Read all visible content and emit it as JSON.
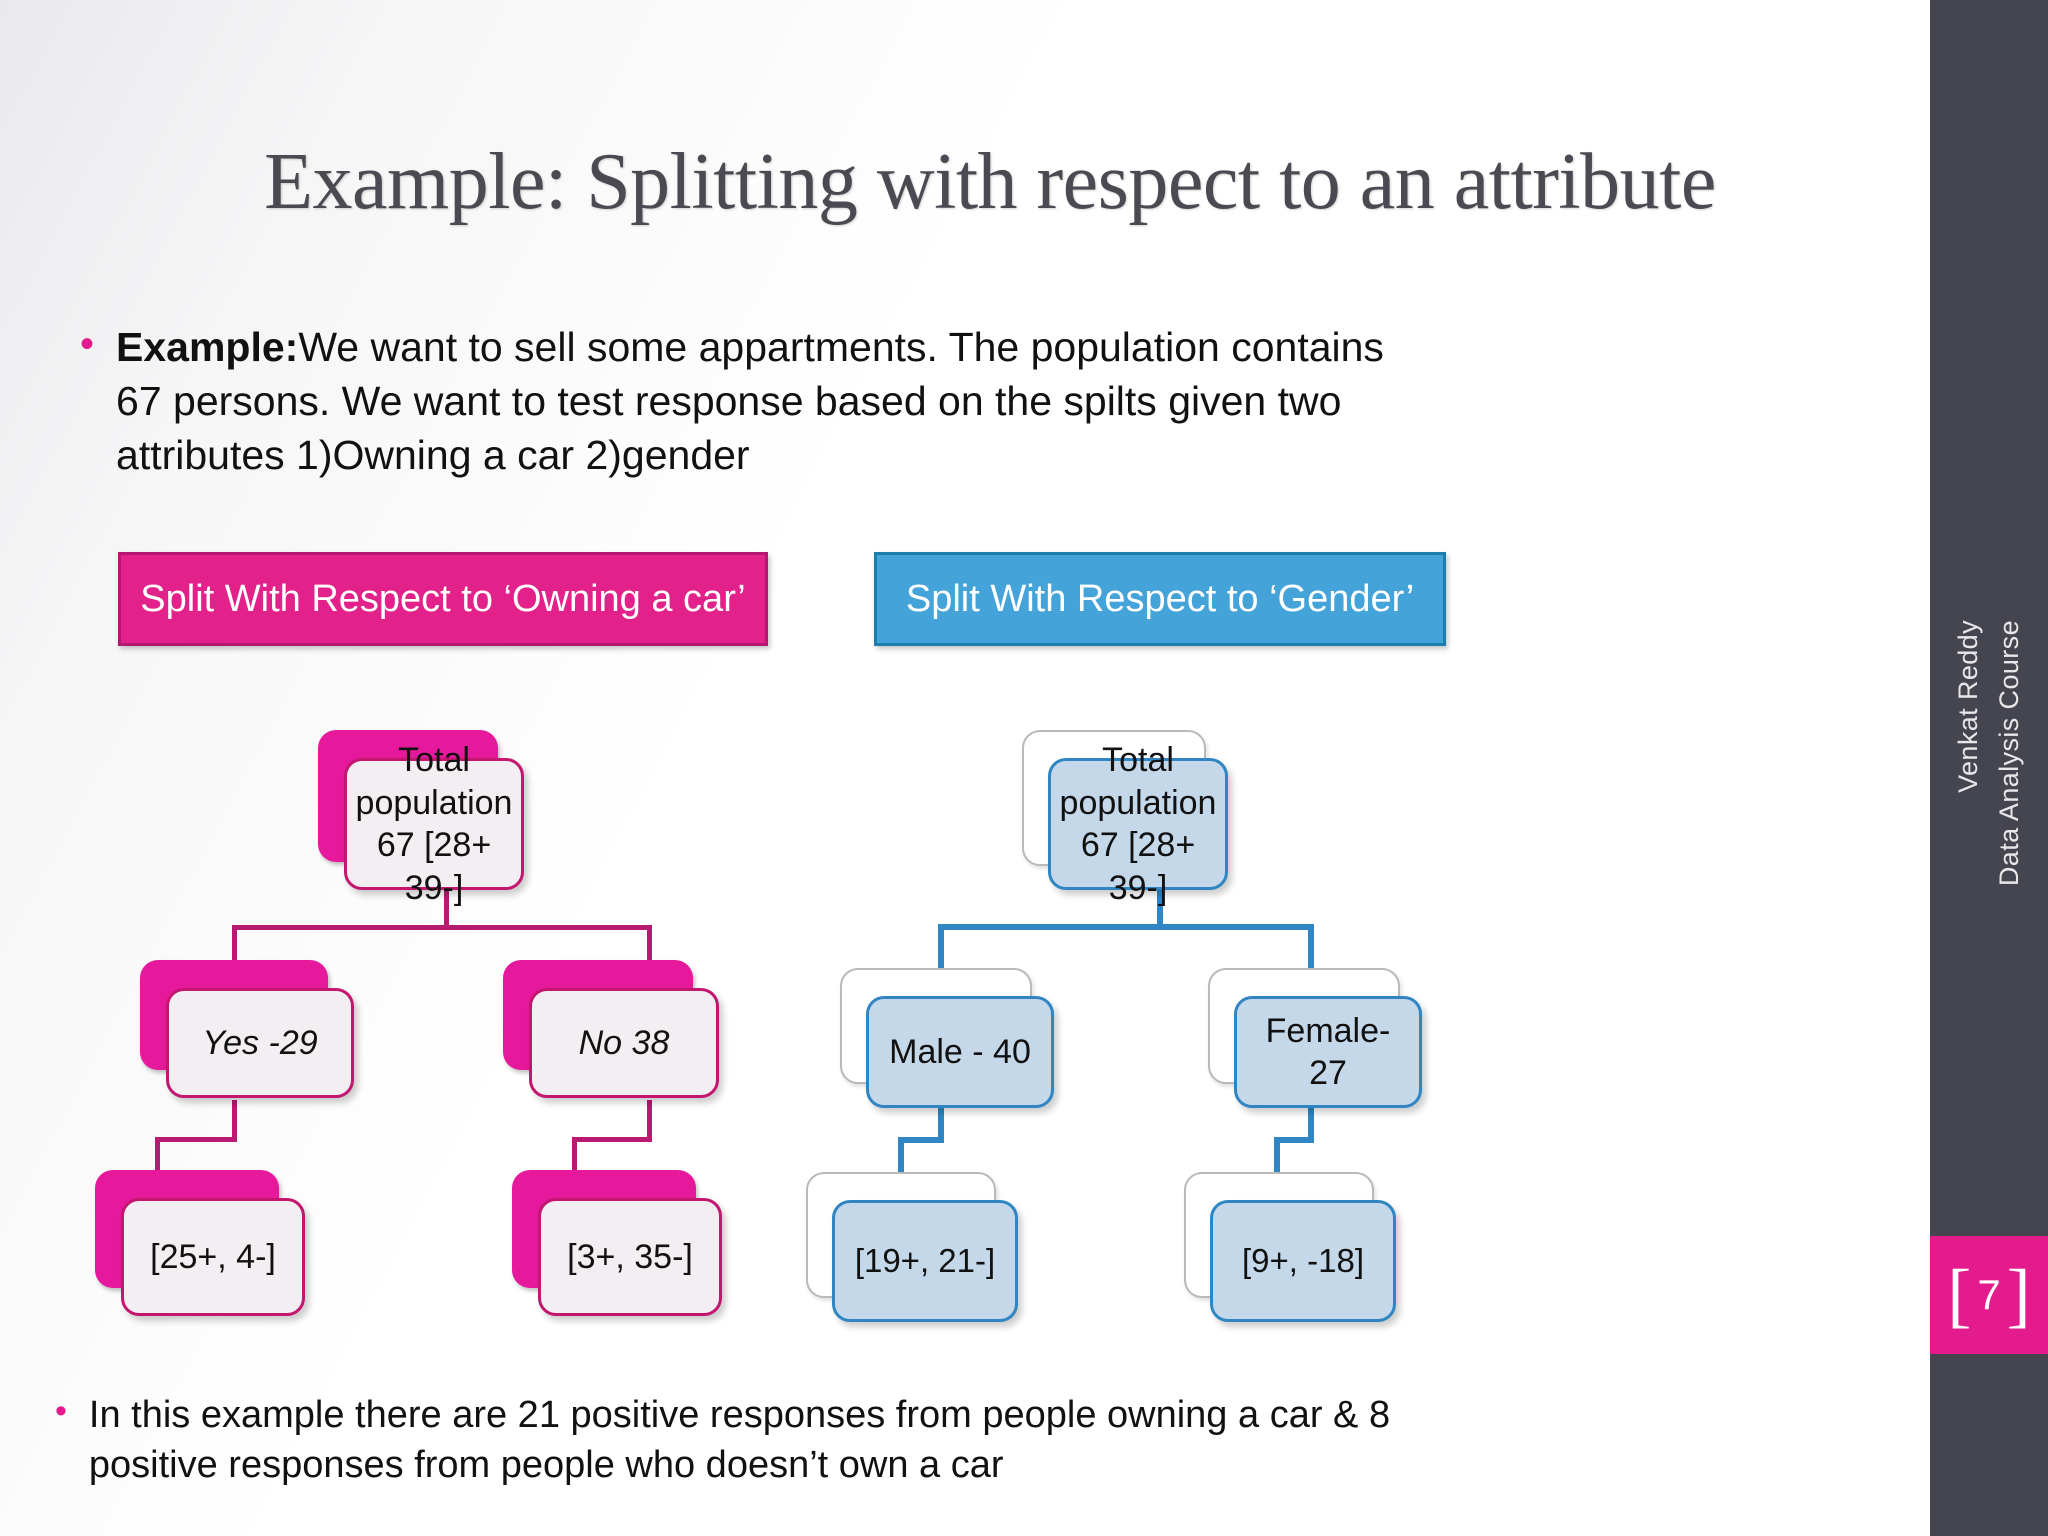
{
  "slide": {
    "title": "Example: Splitting with respect to an attribute",
    "page_number": "7",
    "rail": {
      "course": "Data Analysis Course",
      "author": "Venkat Reddy"
    },
    "bullets": [
      {
        "bold_lead": "Example:",
        "text": "We want to sell some appartments. The population contains  67 persons. We want to test response based on the spilts given two attributes 1)Owning a car 2)gender"
      },
      {
        "bold_lead": "",
        "text": "In this example there are 21 positive responses from people owning a car & 8 positive responses from people who doesn’t own a car"
      }
    ],
    "colors": {
      "pink": "#e2218a",
      "pink_border": "#b4176f",
      "pink_node_back": "#e6199c",
      "pink_node_fill": "#f3eef1",
      "blue": "#44a3d8",
      "blue_border": "#1d7ead",
      "blue_node_fill": "#c4d8ea",
      "rail": "#45454f",
      "badge": "#e31b8d",
      "title_text": "#4a4a52"
    }
  },
  "trees": {
    "car": {
      "banner": "Split With Respect to ‘Owning a car’",
      "root": "Total\npopulation\n67 [28+ 39-]",
      "root_lines": [
        "Total",
        "population",
        "67 [28+ 39-]"
      ],
      "left_child": "Yes -29",
      "right_child": "No 38",
      "left_leaf": "[25+, 4-]",
      "right_leaf": "[3+, 35-]"
    },
    "gender": {
      "banner": "Split With Respect to ‘Gender’",
      "root_lines": [
        "Total",
        "population",
        "67 [28+ 39-]"
      ],
      "left_child": "Male - 40",
      "right_child": "Female-27",
      "left_leaf": "[19+, 21-]",
      "right_leaf": "[9+, -18]"
    }
  }
}
